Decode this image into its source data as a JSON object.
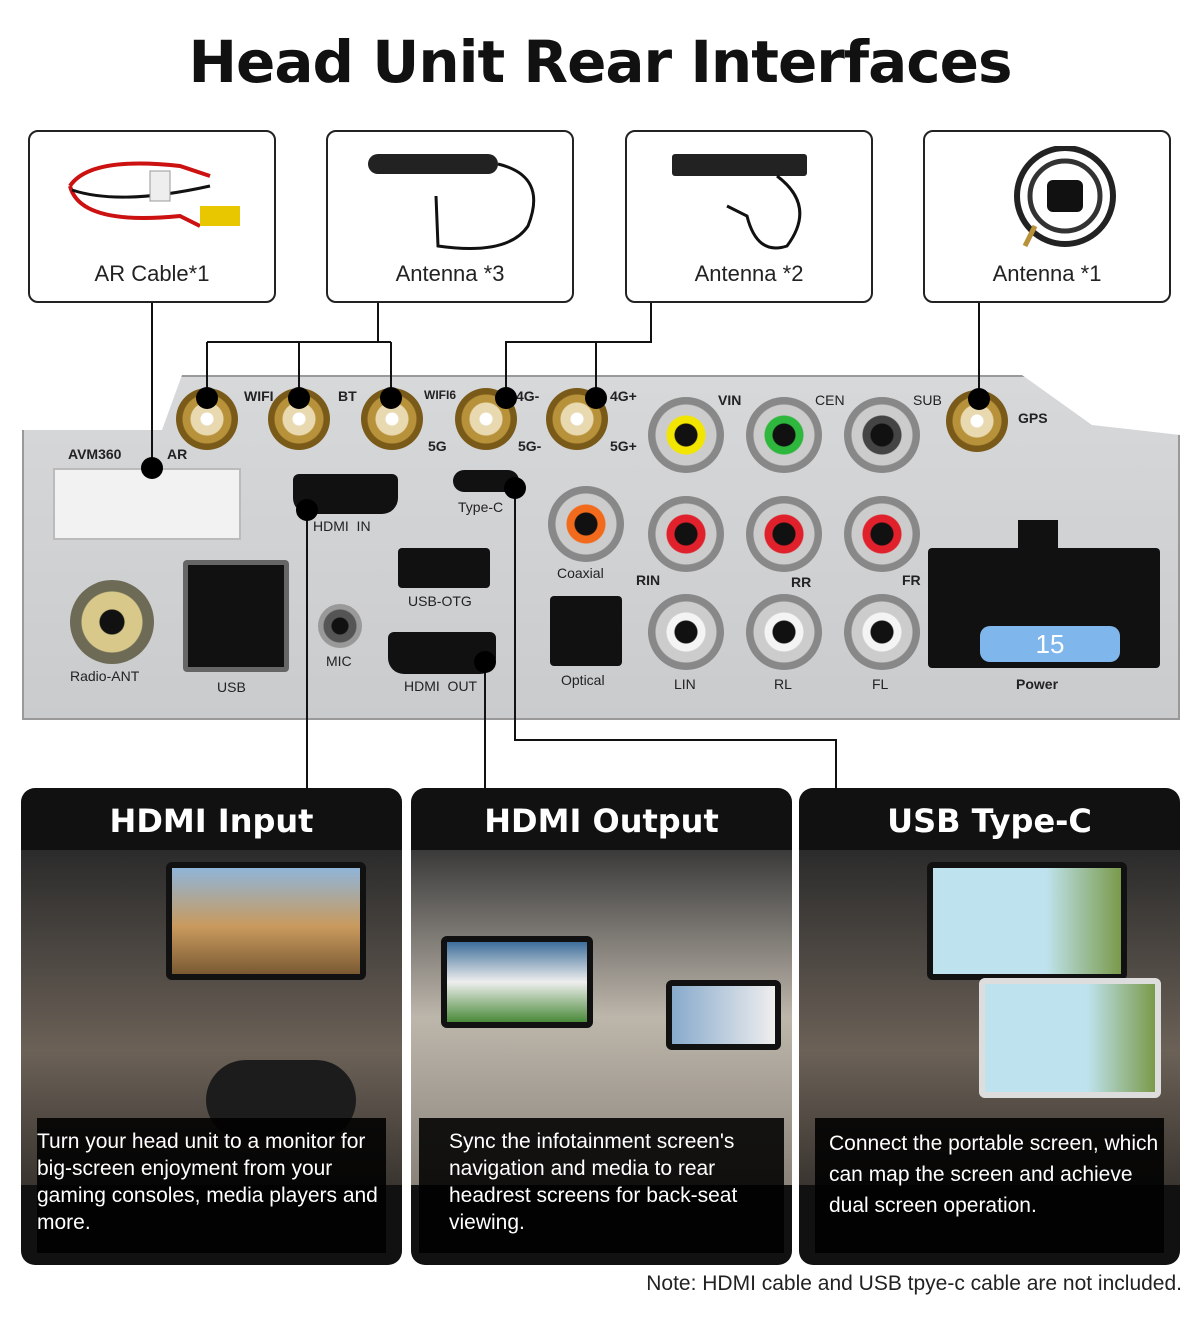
{
  "title": "Head Unit Rear Interfaces",
  "accessories": [
    {
      "label": "AR Cable*1"
    },
    {
      "label": "Antenna *3"
    },
    {
      "label": "Antenna *2"
    },
    {
      "label": "Antenna *1"
    }
  ],
  "ports": {
    "wifi": "WIFI",
    "bt": "BT",
    "wifi6": "WIFI6",
    "g5": "5G",
    "g4m": "4G-",
    "g5m": "5G-",
    "g4p": "4G+",
    "g5p": "5G+",
    "vin": "VIN",
    "cen": "CEN",
    "sub": "SUB",
    "gps": "GPS",
    "avm": "AVM360",
    "ar": "AR",
    "hdmi_in": "HDMI  IN",
    "typec": "Type-C",
    "coaxial": "Coaxial",
    "rin": "RIN",
    "rr": "RR",
    "fr": "FR",
    "usb_otg": "USB-OTG",
    "mic": "MIC",
    "radio": "Radio-ANT",
    "usb": "USB",
    "hdmi_out": "HDMI  OUT",
    "optical": "Optical",
    "lin": "LIN",
    "rl": "RL",
    "fl": "FL",
    "power": "Power",
    "fuse": "15"
  },
  "cards": [
    {
      "title": "HDMI Input",
      "desc": "Turn your head unit to a monitor for big-screen enjoyment from your gaming consoles, media players and more."
    },
    {
      "title": "HDMI Output",
      "desc": "Sync the infotainment screen's navigation and media to rear headrest screens for back-seat viewing."
    },
    {
      "title": "USB Type-C",
      "desc": "Connect the portable screen, which can map the screen and achieve dual screen operation."
    }
  ],
  "colors": {
    "vin": "#f2e600",
    "cen": "#2db83d",
    "red": "#e0202a",
    "coaxial": "#f26a1b",
    "fuse": "#7fb6ec"
  },
  "note": "Note: HDMI cable and USB tpye-c cable are not included."
}
